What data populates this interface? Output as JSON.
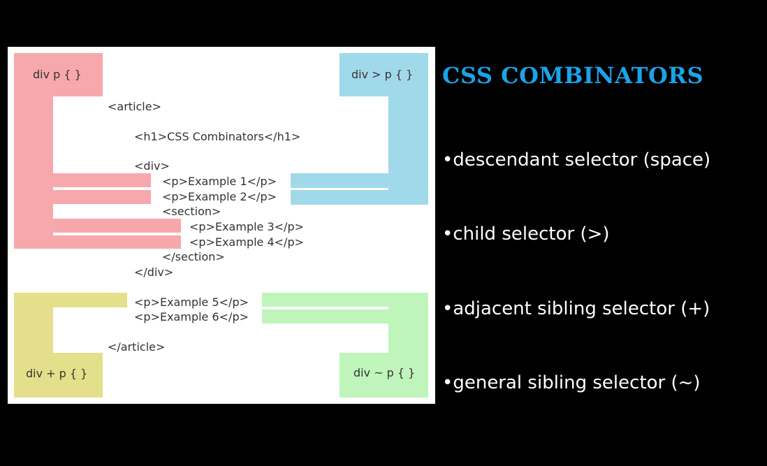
{
  "title": "CSS COMBINATORS",
  "bullets": [
    "•descendant selector (space)",
    "•child selector (>)",
    "•adjacent sibling selector (+)",
    "•general sibling selector (~)"
  ],
  "selectors": {
    "descendant": "div p { }",
    "child": "div > p { }",
    "adjacent": "div + p { }",
    "general": "div ~ p { }"
  },
  "code_lines": [
    "<article>",
    "<h1>CSS Combinators</h1>",
    "<div>",
    "<p>Example 1</p>",
    "<p>Example 2</p>",
    "<section>",
    "<p>Example 3</p>",
    "<p>Example 4</p>",
    "</section>",
    "</div>",
    "<p>Example 5</p>",
    "<p>Example 6</p>",
    "</article>"
  ],
  "colors": {
    "descendant": "#f7a8ad",
    "child": "#a0d9ea",
    "adjacent": "#e3df8a",
    "general": "#bff5bb",
    "title": "#1aa3e8"
  }
}
